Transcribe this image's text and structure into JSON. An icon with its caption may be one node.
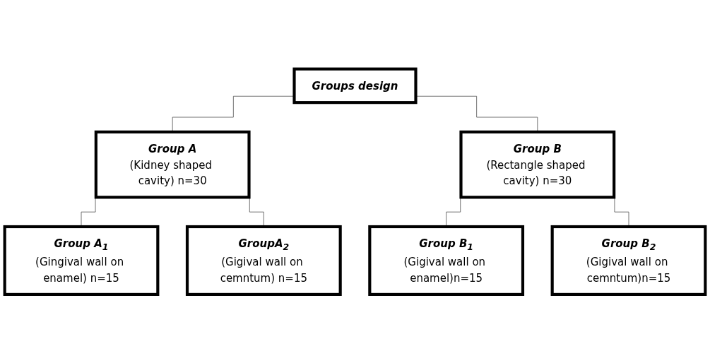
{
  "diagram": {
    "nodes": [
      {
        "text": [
          "Groups design"
        ]
      },
      {
        "text": [
          "Group A",
          "(Kidney shaped cavity) n=30"
        ]
      },
      {
        "text": [
          "Group B",
          "(Rectangle shaped cavity) n=30"
        ]
      },
      {
        "text": [
          "Group A$_{1}$",
          "(Gingival wall on enamel) n=15"
        ]
      },
      {
        "text": [
          "GroupA$_{2}$",
          "(Gigival wall on cemntum) n=15"
        ]
      },
      {
        "text": [
          "Group B$_{1}$",
          "(Gigival wall on enamel)n=15"
        ]
      },
      {
        "text": [
          "Group B$_{2}$",
          "(Gigival wall on cemntum)n=15"
        ]
      }
    ],
    "edges": [
      {
        "from": 0,
        "to": 1,
        "arrow": "none"
      },
      {
        "from": 0,
        "to": 2,
        "arrow": "none"
      },
      {
        "from": 1,
        "to": 3,
        "arrow": "none"
      },
      {
        "from": 1,
        "to": 4,
        "arrow": "none"
      },
      {
        "from": 2,
        "to": 5,
        "arrow": "none"
      },
      {
        "from": 2,
        "to": 6,
        "arrow": "none"
      }
    ]
  }
}
